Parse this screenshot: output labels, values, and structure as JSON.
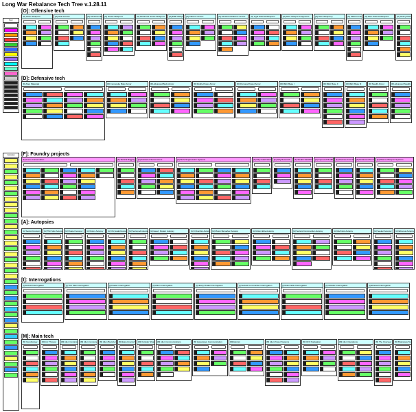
{
  "page": {
    "title": "Long War Rebalance Tech Tree v.1.28.11"
  },
  "sections": [
    {
      "key": "O",
      "title": "[O]: Offensive tech"
    },
    {
      "key": "D",
      "title": "[D]: Defensive tech"
    },
    {
      "key": "F",
      "title": "[F]: Foundry projects"
    },
    {
      "key": "A",
      "title": "[A]: Autopsies"
    },
    {
      "key": "I",
      "title": "[I]: Interrogations"
    },
    {
      "key": "M",
      "title": "[M]: Main tech"
    }
  ],
  "legends": {
    "key_label": "Key",
    "autopsy_label": "Autopsy",
    "key_swatches": [
      "#ffffff",
      "#ff00ff",
      "#ff9900",
      "#ff3333",
      "#33cc33",
      "#3366ff",
      "#ffff00",
      "#9966ff",
      "#00ffff",
      "#66ffcc",
      "#ff66cc",
      "#cccccc"
    ],
    "dark_count": 7,
    "autopsy_swatches": [
      "#ffff66",
      "#ffff66",
      "#66ff66",
      "#ffff66",
      "#66ff66",
      "#ffff66",
      "#66ff66",
      "#ffff66",
      "#ffff66",
      "#ffff66",
      "#66ff66",
      "#66ff66",
      "#ffff66",
      "#66ff66",
      "#ffff66",
      "#ffff66",
      "#66ff66",
      "#ffff66",
      "#66ff66",
      "#ffff66",
      "#66ff66",
      "#ffff66",
      "#66ff66",
      "#3399ff",
      "#66ff66",
      "#3399ff",
      "#66ff66",
      "#33ccff",
      "#66ff66",
      "#3399ff",
      "#ffff66",
      "#66ff66",
      "#33ccff",
      "#66ff66",
      "#3399ff",
      "#66ff66",
      "#ffff66",
      "#66ff66",
      "#3399ff",
      "#66ff66"
    ]
  },
  "colors": {
    "cyan": "#66ffff",
    "magenta": "#ff66ff",
    "header_cyan": "#ccffff",
    "header_magenta": "#ff99ff",
    "header_green": "#ccffcc",
    "tile_palette": [
      "#66ffff",
      "#ffff66",
      "#ff66ff",
      "#66ff66",
      "#ff6666",
      "#ff9933",
      "#3399ff",
      "#cc99ff",
      "#ffffff"
    ]
  },
  "boxes": [
    {
      "s": "O",
      "label": "[O] Laser Weapons",
      "tiles": 8
    },
    {
      "s": "O",
      "label": "[O] Heat Lances",
      "tiles": 7
    },
    {
      "s": "O",
      "label": "[O] Advanced Beam Lasers",
      "tiles": 6
    },
    {
      "s": "O",
      "label": "[O] Gauss Weapons",
      "tiles": 10
    },
    {
      "s": "O",
      "label": "[O] Advanced Gauss Weapons",
      "tiles": 8
    },
    {
      "s": "O",
      "label": "[O] EMP Weapons",
      "tiles": 6
    },
    {
      "s": "O",
      "label": "[O] Plasma Lances",
      "tiles": 7
    },
    {
      "s": "O",
      "label": "[O] Advanced Plasma Lances",
      "tiles": 9
    },
    {
      "s": "O",
      "label": "[O] Light Plasma Weapons",
      "tiles": 8
    },
    {
      "s": "O",
      "label": "[O] Alien Weapon Fragments",
      "tiles": 8
    },
    {
      "s": "O",
      "label": "[O] Alien Weaponry",
      "tiles": 8
    },
    {
      "s": "O",
      "label": "[O] Plasma Cannon",
      "tiles": 6
    },
    {
      "s": "O",
      "label": "[O] Alien Plasma Weapons",
      "tiles": 7
    },
    {
      "s": "O",
      "label": "[O] Heavy Plasma",
      "tiles": 6
    },
    {
      "s": "D",
      "label": "[D] Alien Materials",
      "tiles": 20
    },
    {
      "s": "D",
      "label": "[D] Composite Body Armor",
      "tiles": 8
    },
    {
      "s": "D",
      "label": "[D] Advanced Body Armor",
      "tiles": 8
    },
    {
      "s": "D",
      "label": "[D] Mobile Power Armor",
      "tiles": 8
    },
    {
      "s": "D",
      "label": "[D] Personal Power Armor",
      "tiles": 8
    },
    {
      "s": "D",
      "label": "[D] MEC Base I",
      "tiles": 8
    },
    {
      "s": "D",
      "label": "[D] MEC Base II",
      "tiles": 6
    },
    {
      "s": "D",
      "label": "[D] MEC Base III",
      "tiles": 6
    },
    {
      "s": "D",
      "label": "[D] Stealth Armor",
      "tiles": 5
    },
    {
      "s": "D",
      "label": "[D] Advanced Stealth Armor",
      "tiles": 5
    },
    {
      "s": "F",
      "label": "[F] Ammo Conservation",
      "tiles": 26
    },
    {
      "s": "F",
      "label": "[F] Tactical Rigging",
      "tiles": 5
    },
    {
      "s": "F",
      "label": "[F] Advanced Servomotors",
      "tiles": 10
    },
    {
      "s": "F",
      "label": "[F] SHIV Suppression Systems",
      "tiles": 24
    },
    {
      "s": "F",
      "label": "[F] Alloy Fabrication",
      "tiles": 4
    },
    {
      "s": "F",
      "label": "[F] Jelly Research",
      "tiles": 3
    },
    {
      "s": "F",
      "label": "[F] Stealth Satellites",
      "tiles": 5
    },
    {
      "s": "F",
      "label": "[F] Improved Medikit",
      "tiles": 4
    },
    {
      "s": "F",
      "label": "[F] Advanced Construction",
      "tiles": 5
    },
    {
      "s": "F",
      "label": "[F] Enhanced Armor",
      "tiles": 5
    },
    {
      "s": "F",
      "label": "[F] Plasma Weapon Systems",
      "tiles": 10
    },
    {
      "s": "A",
      "label": "[A] Sectoid Autopsy",
      "tiles": 6
    },
    {
      "s": "A",
      "label": "[A] Thin Man Autopsy",
      "tiles": 6
    },
    {
      "s": "A",
      "label": "[A] Floater Autopsy",
      "tiles": 6
    },
    {
      "s": "A",
      "label": "[A] Muton Autopsy",
      "tiles": 6
    },
    {
      "s": "A",
      "label": "[A] Chryssalid Autopsy",
      "tiles": 6
    },
    {
      "s": "A",
      "label": "[A] Sectopod Autopsy",
      "tiles": 6
    },
    {
      "s": "A",
      "label": "[A] Heavy Floater Autopsy",
      "tiles": 8
    },
    {
      "s": "A",
      "label": "[A] Cyberdisc Autopsy",
      "tiles": 6
    },
    {
      "s": "A",
      "label": "[A] Muton Berserker Autopsy",
      "tiles": 10
    },
    {
      "s": "A",
      "label": "[A] Muton Elite Autopsy",
      "tiles": 8
    },
    {
      "s": "A",
      "label": "[A] Sectoid Commander Autopsy",
      "tiles": 9
    },
    {
      "s": "A",
      "label": "[A] Mechtoid Autopsy",
      "tiles": 8
    },
    {
      "s": "A",
      "label": "[A] Seeker Autopsy",
      "tiles": 6
    },
    {
      "s": "A",
      "label": "[A] Ethereal Autopsy",
      "tiles": 6
    },
    {
      "s": "I",
      "label": "[I] Sectoid Interrogation",
      "tiles": 4
    },
    {
      "s": "I",
      "label": "[I] Thin Man Interrogation",
      "tiles": 4
    },
    {
      "s": "I",
      "label": "[I] Floater Interrogation",
      "tiles": 4
    },
    {
      "s": "I",
      "label": "[I] Muton Interrogation",
      "tiles": 4
    },
    {
      "s": "I",
      "label": "[I] Heavy Floater Interrogation",
      "tiles": 4
    },
    {
      "s": "I",
      "label": "[I] Sectoid Commander Interrogation",
      "tiles": 4
    },
    {
      "s": "I",
      "label": "[I] Muton Elite Interrogation",
      "tiles": 4
    },
    {
      "s": "I",
      "label": "[I] Outsider Interrogation",
      "tiles": 4
    },
    {
      "s": "I",
      "label": "[I] Ethereal Interrogation",
      "tiles": 4
    },
    {
      "s": "M",
      "label": "[M] Xenobiology",
      "tiles": 6
    },
    {
      "s": "M",
      "label": "[M] Arc Thrower",
      "tiles": 6
    },
    {
      "s": "M",
      "label": "[M] Alien Containment",
      "tiles": 6
    },
    {
      "s": "M",
      "label": "[M] Alien Computers",
      "tiles": 6
    },
    {
      "s": "M",
      "label": "[M] Alien Biocybernetics",
      "tiles": 5
    },
    {
      "s": "M",
      "label": "[M] Experimental Warfare",
      "tiles": 6
    },
    {
      "s": "M",
      "label": "[M] Outsider Shard",
      "tiles": 5
    },
    {
      "s": "M",
      "label": "[M] Alien Communications",
      "tiles": 9
    },
    {
      "s": "M",
      "label": "[M] Hyperwave Communication",
      "tiles": 7
    },
    {
      "s": "M",
      "label": "[M] Elerium",
      "tiles": 8
    },
    {
      "s": "M",
      "label": "[M] Alien Power Systems",
      "tiles": 12
    },
    {
      "s": "M",
      "label": "[M] UFO Navigation",
      "tiles": 8
    },
    {
      "s": "M",
      "label": "[M] Alien Operations",
      "tiles": 10
    },
    {
      "s": "M",
      "label": "[M] The Overseer",
      "tiles": 6
    },
    {
      "s": "M",
      "label": "[M] Brainwave Tech",
      "tiles": 5
    }
  ]
}
